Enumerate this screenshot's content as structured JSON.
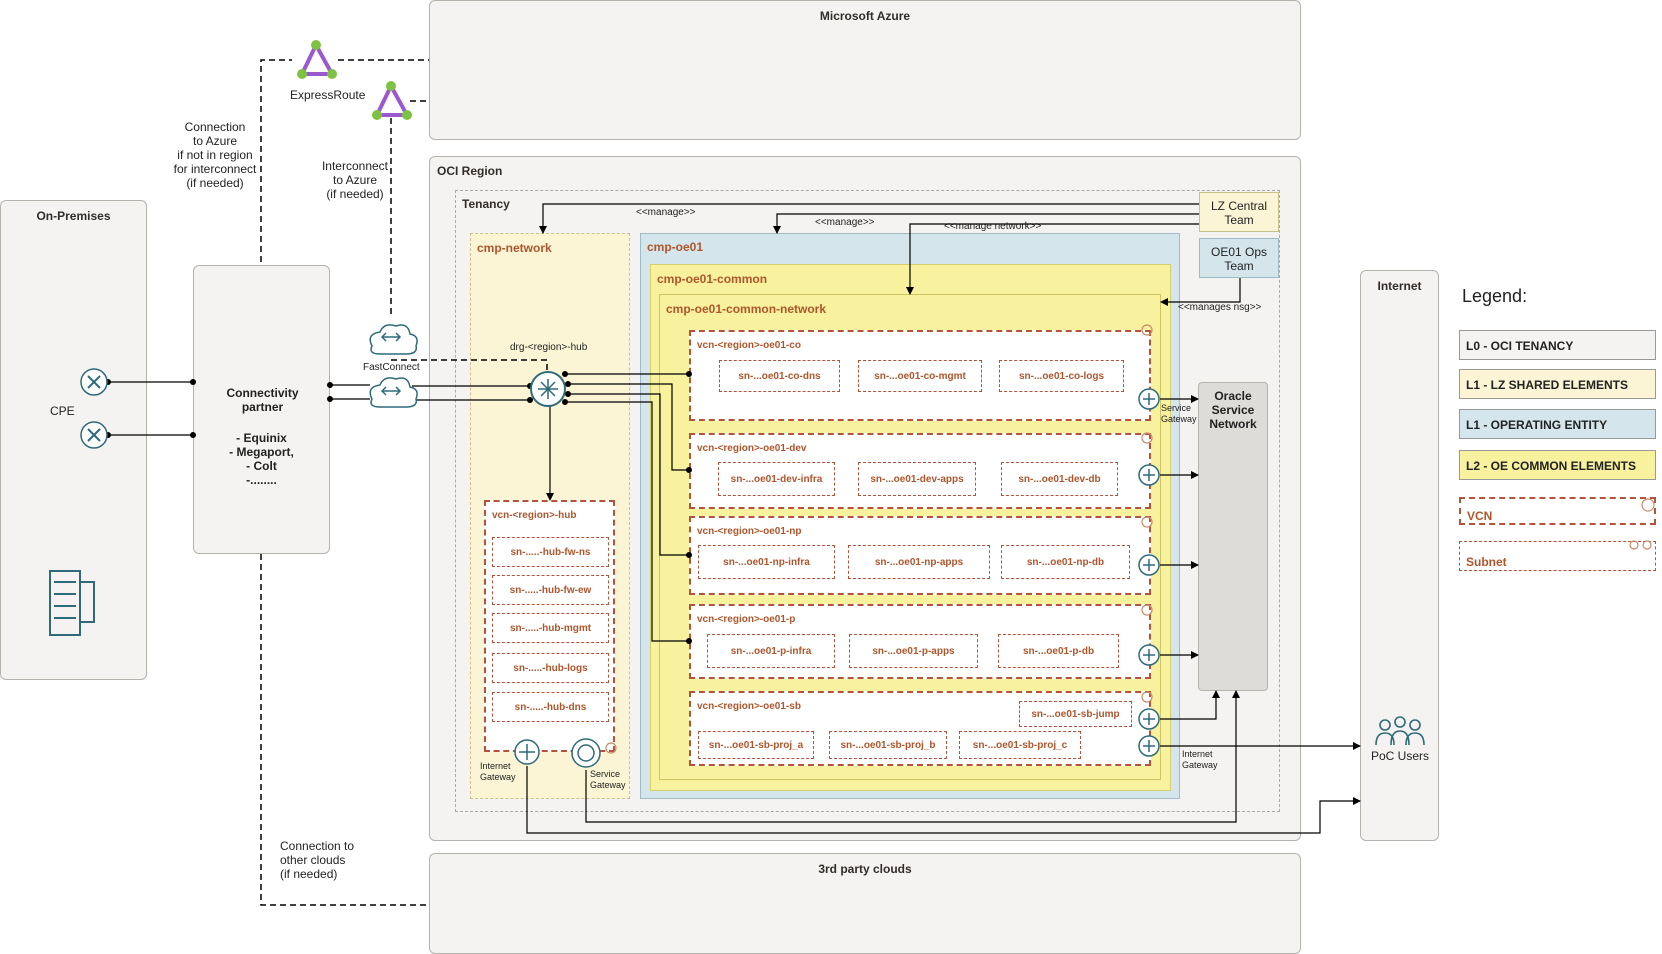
{
  "diagram": {
    "azure": {
      "title": "Microsoft Azure"
    },
    "third_party": {
      "title": "3rd party clouds"
    },
    "oci_region": {
      "title": "OCI Region"
    },
    "tenancy": {
      "title": "Tenancy"
    },
    "on_prem": {
      "title": "On-Premises",
      "cpe": "CPE"
    },
    "connectivity": {
      "title": "Connectivity partner",
      "list": [
        "- Equinix",
        "- Megaport,",
        "- Colt",
        "-........"
      ]
    },
    "internet": {
      "title": "Internet",
      "users": "PoC Users"
    },
    "expressroute": "ExpressRoute",
    "fastconnect": "FastConnect",
    "notes": {
      "conn_azure": [
        "Connection",
        "to Azure",
        "if not in region",
        "for interconnect",
        "(if needed)"
      ],
      "interconnect": [
        "Interconnect",
        "to Azure",
        "(if needed)"
      ],
      "other_clouds": [
        "Connection to",
        "other clouds",
        "(if needed)"
      ]
    },
    "teams": {
      "central": [
        "LZ Central",
        "Team"
      ],
      "ops": [
        "OE01 Ops",
        "Team"
      ]
    },
    "relations": {
      "manage": "<<manage>>",
      "manage2": "<<manage>>",
      "manage_network": "<<manage network>>",
      "manages_nsg": "<<manages nsg>>"
    },
    "cmp_network": {
      "title": "cmp-network",
      "drg": "drg-<region>-hub"
    },
    "hub": {
      "title": "vcn-<region>-hub",
      "subnets": [
        "sn-.....-hub-fw-ns",
        "sn-.....-hub-fw-ew",
        "sn-.....-hub-mgmt",
        "sn-.....-hub-logs",
        "sn-.....-hub-dns"
      ],
      "igw": [
        "Internet",
        "Gateway"
      ],
      "sgw": [
        "Service",
        "Gateway"
      ]
    },
    "cmp_oe01": {
      "title": "cmp-oe01"
    },
    "cmp_common": {
      "title": "cmp-oe01-common"
    },
    "cmp_common_net": {
      "title": "cmp-oe01-common-network"
    },
    "vcns": [
      {
        "title": "vcn-<region>-oe01-co",
        "subnets": [
          "sn-...oe01-co-dns",
          "sn-...oe01-co-mgmt",
          "sn-...oe01-co-logs"
        ]
      },
      {
        "title": "vcn-<region>-oe01-dev",
        "subnets": [
          "sn-...oe01-dev-infra",
          "sn-...oe01-dev-apps",
          "sn-...oe01-dev-db"
        ]
      },
      {
        "title": "vcn-<region>-oe01-np",
        "subnets": [
          "sn-...oe01-np-infra",
          "sn-...oe01-np-apps",
          "sn-...oe01-np-db"
        ]
      },
      {
        "title": "vcn-<region>-oe01-p",
        "subnets": [
          "sn-...oe01-p-infra",
          "sn-...oe01-p-apps",
          "sn-...oe01-p-db"
        ]
      },
      {
        "title": "vcn-<region>-oe01-sb",
        "subnets": [
          "sn-...oe01-sb-jump",
          "sn-...oe01-sb-proj_a",
          "sn-...oe01-sb-proj_b",
          "sn-...oe01-sb-proj_c"
        ]
      }
    ],
    "sgw_label": [
      "Service",
      "Gateway"
    ],
    "igw_label": [
      "Internet",
      "Gateway"
    ],
    "osn": [
      "Oracle",
      "Service",
      "Network"
    ]
  },
  "legend": {
    "title": "Legend:",
    "items": [
      {
        "label": "L0 - OCI TENANCY",
        "color": "#f4f3f1"
      },
      {
        "label": "L1 - LZ SHARED ELEMENTS",
        "color": "#fbf5d5"
      },
      {
        "label": "L1 - OPERATING ENTITY",
        "color": "#d4e6ec"
      },
      {
        "label": "L2 - OE COMMON ELEMENTS",
        "color": "#f8f19e"
      },
      {
        "label": "VCN",
        "color": "#ae562c"
      },
      {
        "label": "Subnet",
        "color": "#ae562c"
      }
    ]
  },
  "colors": {
    "vcn_border": "#b5533a",
    "gray_border": "#b5b3ae",
    "network_compartment": "#fbf5d5",
    "oe_compartment": "#d4e6ec",
    "common_compartment": "#f8f19e",
    "expressroute_node": "#7ec244",
    "expressroute_edge": "#9b59d0",
    "network_icon": "#2e6a7a"
  }
}
